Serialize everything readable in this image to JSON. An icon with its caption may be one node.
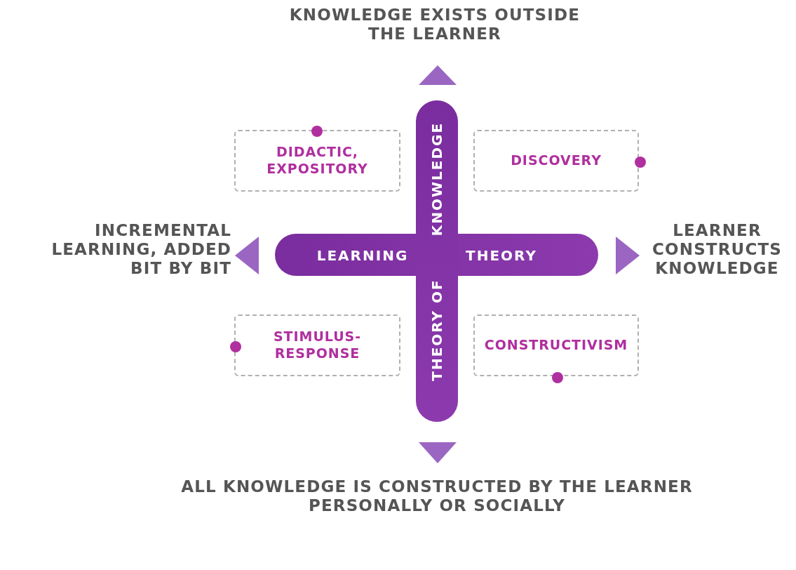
{
  "diagram": {
    "nodes": [
      {
        "text": [
          "THEORY OF",
          "KNOWLEDGE"
        ]
      },
      {
        "text": [
          "DIDACTIC, EXPOSITORY"
        ]
      },
      {
        "text": [
          "DISCOVERY"
        ]
      },
      {
        "text": [
          "LEARNING",
          "THEORY"
        ]
      },
      {
        "text": [
          "STIMULUS-RESPONSE"
        ]
      },
      {
        "text": [
          "CONSTRUCTIVISM"
        ]
      }
    ],
    "labels": [
      "KNOWLEDGE EXISTS OUTSIDE THE LEARNER",
      "INCREMENTAL LEARNING, ADDED BIT BY BIT",
      "LEARNER CONSTRUCTS KNOWLEDGE",
      "ALL KNOWLEDGE IS CONSTRUCTED BY THE LEARNER PERSONALLY OR SOCIALLY"
    ]
  }
}
